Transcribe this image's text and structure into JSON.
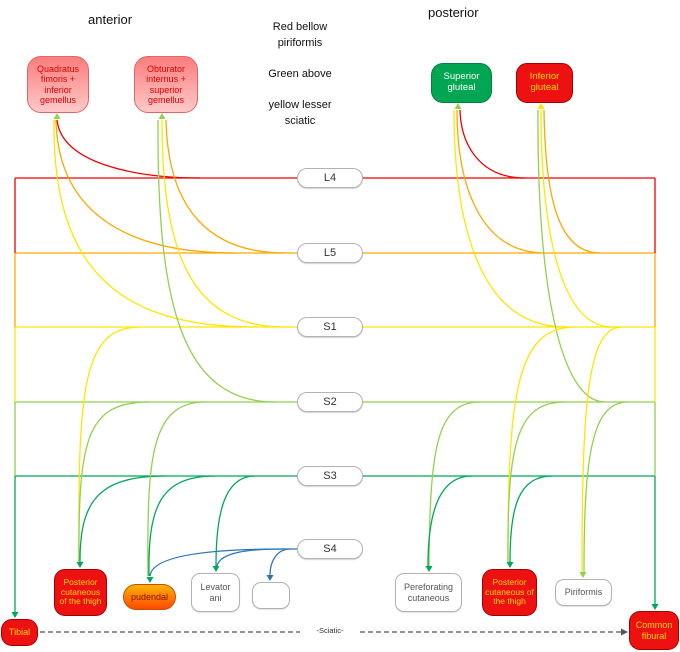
{
  "header": {
    "anterior": "anterior",
    "posterior": "posterior",
    "legend": [
      "Red bellow",
      "piriformis",
      "Green above",
      "yellow  lesser",
      "sciatic"
    ]
  },
  "roots": [
    {
      "id": "L4",
      "label": "L4"
    },
    {
      "id": "L5",
      "label": "L5"
    },
    {
      "id": "S1",
      "label": "S1"
    },
    {
      "id": "S2",
      "label": "S2"
    },
    {
      "id": "S3",
      "label": "S3"
    },
    {
      "id": "S4",
      "label": "S4"
    }
  ],
  "top_nodes": {
    "quadratus": {
      "label": "Quadratus fimoris + inferior gemellus"
    },
    "obturator": {
      "label": "Obturator internus + superior gemellus"
    },
    "superior_gluteal": {
      "label": "Superior gluteal"
    },
    "inferior_gluteal": {
      "label": "Inferior gluteal"
    }
  },
  "bottom_nodes": {
    "tibial": {
      "label": "Tibial"
    },
    "post_cut_left": {
      "label": "Posterior cutaneous of the thigh"
    },
    "pudendal": {
      "label": "pudendal"
    },
    "levator_ani": {
      "label": "Levator ani"
    },
    "unlabeled": {
      "label": ""
    },
    "perforating": {
      "label": "Pereforating cutaneous"
    },
    "post_cut_right": {
      "label": "Posterior cutaneous of the thigh"
    },
    "piriformis": {
      "label": "Piriformis"
    },
    "common_fibular": {
      "label": "Common fibural"
    }
  },
  "sciatic_label": "-Sciatic-",
  "colors": {
    "l4": "#f10000",
    "l5": "#ffa800",
    "s1": "#ffe600",
    "s2": "#92d050",
    "s3": "#00a859",
    "s4": "#2e74b5",
    "node_red": "#ee1111",
    "node_green": "#00a651",
    "pink_light": "#ffc9c9",
    "pink_dark": "#fb7d7d",
    "orange_light": "#ffb300",
    "red_deep": "#ff4a00",
    "text_on_red": "#ffd800",
    "text_on_pink": "#e00000",
    "dashed_gray": "#555555"
  }
}
